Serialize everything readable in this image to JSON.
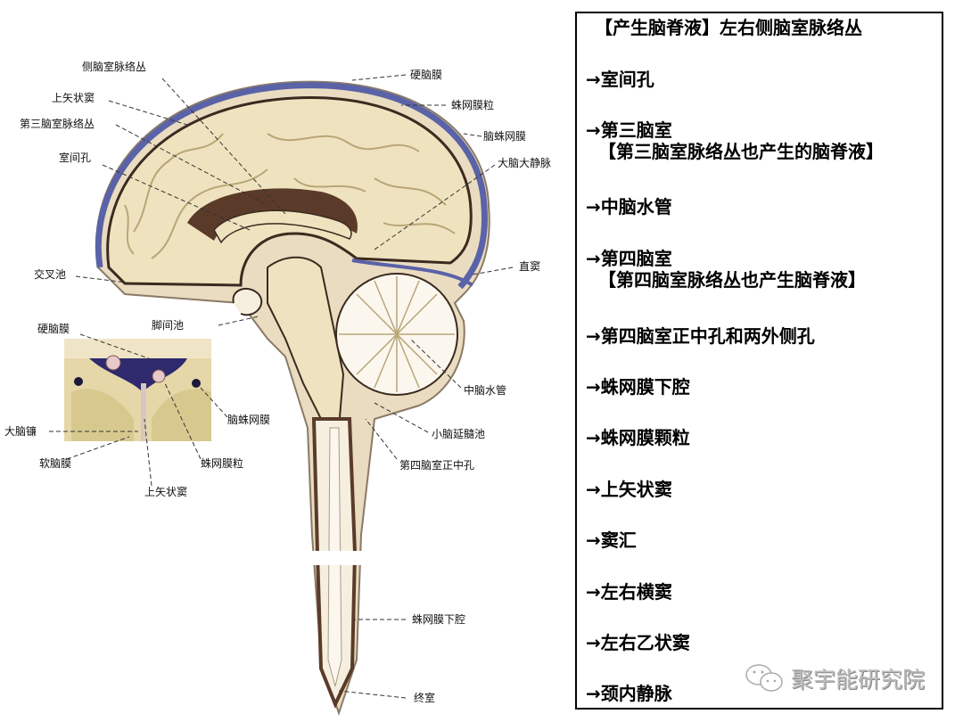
{
  "diagram": {
    "labels": {
      "lateral_choroid": "侧脑室脉络丛",
      "sup_sagittal_sinus": "上矢状窦",
      "third_choroid": "第三脑室脉络丛",
      "interventricular_foramen": "室间孔",
      "chiasmatic_cistern": "交叉池",
      "interpeduncular_cistern": "脚间池",
      "dura_mater": "硬脑膜",
      "arachnoid_granulation": "蛛网膜粒",
      "arachnoid": "脑蛛网膜",
      "great_cerebral_vein": "大脑大静脉",
      "straight_sinus": "直窦",
      "cerebral_aqueduct": "中脑水管",
      "cerebellomedullary_cistern": "小脑延髓池",
      "median_aperture": "第四脑室正中孔",
      "subarachnoid_space": "蛛网膜下腔",
      "terminal_ventricle": "终室"
    },
    "inset_labels": {
      "dura_mater": "硬脑膜",
      "falx_cerebri": "大脑镰",
      "pia_mater": "软脑膜",
      "sup_sagittal_sinus": "上矢状窦",
      "arachnoid_granulation": "蛛网膜粒",
      "arachnoid": "脑蛛网膜"
    },
    "colors": {
      "brain": "#efe3bf",
      "sulci": "#b9a677",
      "csf_space": "#5a3b2a",
      "dura_blue": "#5a62a8",
      "outline": "#3b2a1f"
    }
  },
  "panel": {
    "title": "【产生脑脊液】左右侧脑室脉络丛",
    "steps": [
      {
        "text": "→室间孔"
      },
      {
        "text": "→第三脑室",
        "note": "【第三脑室脉络丛也产生的脑脊液】"
      },
      {
        "text": "→中脑水管"
      },
      {
        "text": "→第四脑室",
        "note": "【第四脑室脉络丛也产生脑脊液】"
      },
      {
        "text": "→第四脑室正中孔和两外侧孔"
      },
      {
        "text": "→蛛网膜下腔"
      },
      {
        "text": "→蛛网膜颗粒"
      },
      {
        "text": "→上矢状窦"
      },
      {
        "text": "→窦汇"
      },
      {
        "text": "→左右横窦"
      },
      {
        "text": "→左右乙状窦"
      },
      {
        "text": "→颈内静脉"
      }
    ]
  },
  "watermark": {
    "icon": "wechat-icon",
    "text": "聚宇能研究院"
  }
}
